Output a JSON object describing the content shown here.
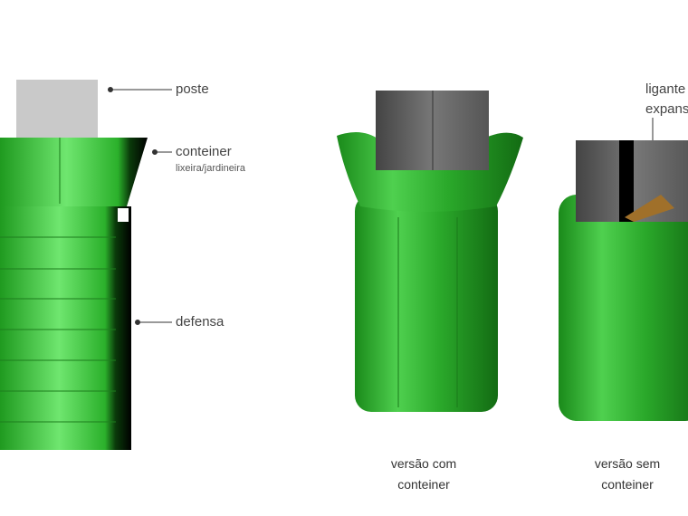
{
  "labels": {
    "poste": "poste",
    "conteiner": "conteiner",
    "conteiner_sub": "lixeira/jardineira",
    "defensa": "defensa",
    "ligante_line1": "ligante",
    "ligante_line2": "expansivo"
  },
  "captions": {
    "with_container_line1": "versão com",
    "with_container_line2": "conteiner",
    "without_container_line1": "versão sem",
    "without_container_line2": "conteiner"
  },
  "colors": {
    "green": "#2fb52f",
    "light_green": "#7be87b",
    "gray_post": "#c9c9c9",
    "dark_post": "#5a5a5a"
  }
}
